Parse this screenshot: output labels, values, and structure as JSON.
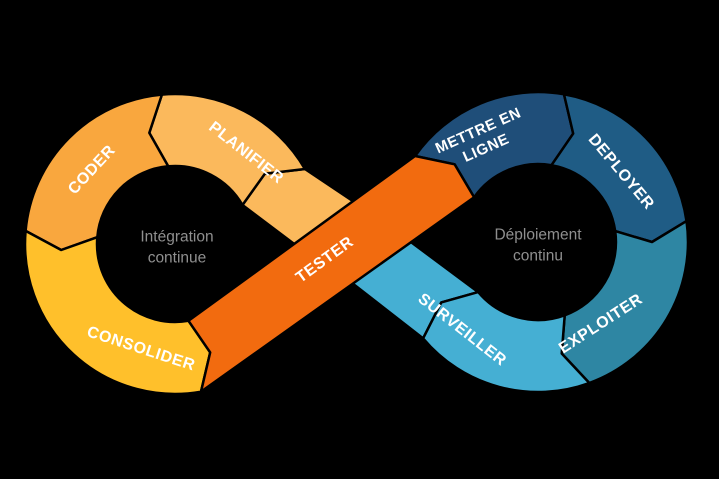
{
  "diagram": {
    "type": "devops-infinity-loop",
    "background_color": "#000000",
    "segment_text_color": "#ffffff",
    "center_text_color": "#8f8f8f",
    "left_loop": {
      "name": "integration-continue",
      "center_label": {
        "line1": "Intégration",
        "line2": "continue"
      },
      "segments": [
        {
          "id": "planifier",
          "label": "PLANIFIER",
          "color": "#FBB95C"
        },
        {
          "id": "coder",
          "label": "CODER",
          "color": "#F9A73E"
        },
        {
          "id": "consolider",
          "label": "CONSOLIDER",
          "color": "#FFC02B"
        },
        {
          "id": "tester",
          "label": "TESTER",
          "color": "#F26B0F"
        }
      ]
    },
    "right_loop": {
      "name": "deploiement-continu",
      "center_label": {
        "line1": "Déploiement",
        "line2": "continu"
      },
      "segments": [
        {
          "id": "mettre-en-ligne",
          "label": {
            "line1": "METTRE EN",
            "line2": "LIGNE"
          },
          "color": "#1F4E79"
        },
        {
          "id": "deployer",
          "label": "DEPLOYER",
          "color": "#1F5C85"
        },
        {
          "id": "exploiter",
          "label": "EXPLOITER",
          "color": "#2E86A3"
        },
        {
          "id": "surveiller",
          "label": "SURVEILLER",
          "color": "#45AFD3"
        }
      ]
    }
  }
}
